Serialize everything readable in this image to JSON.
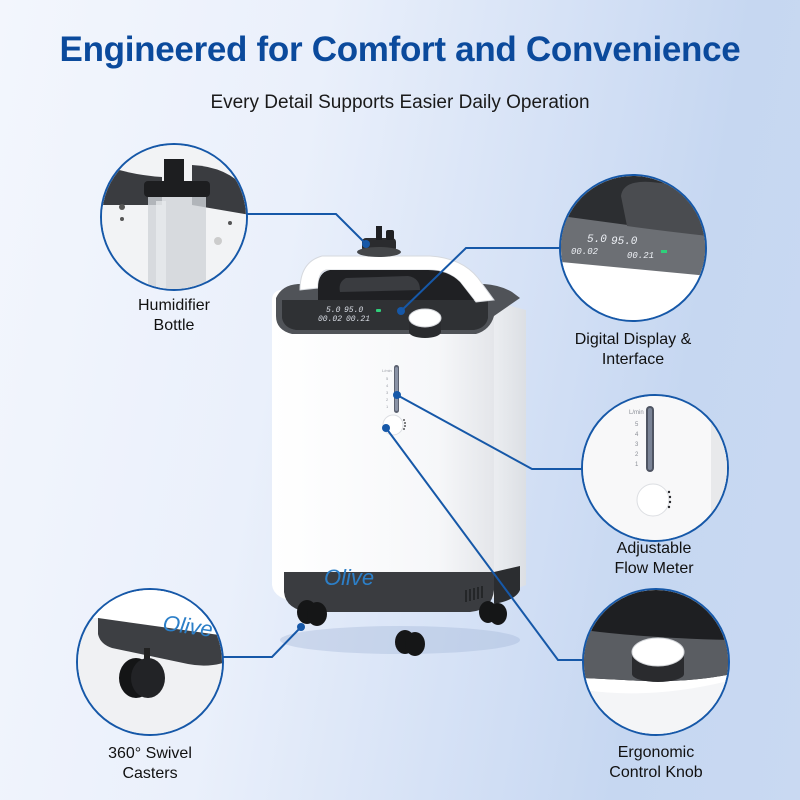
{
  "header": {
    "title": "Engineered for Comfort and Convenience",
    "subtitle": "Every Detail Supports Easier Daily Operation"
  },
  "features": [
    {
      "id": "humidifier",
      "label_line1": "Humidifier",
      "label_line2": "Bottle"
    },
    {
      "id": "display",
      "label_line1": "Digital Display &",
      "label_line2": "Interface"
    },
    {
      "id": "flow-meter",
      "label_line1": "Adjustable",
      "label_line2": "Flow Meter"
    },
    {
      "id": "casters",
      "label_line1": "360° Swivel",
      "label_line2": "Casters"
    },
    {
      "id": "knob",
      "label_line1": "Ergonomic",
      "label_line2": "Control Knob"
    }
  ],
  "device": {
    "brand": "Olive",
    "display_readings": [
      "5.0",
      "95.0",
      "00.02",
      "00.21"
    ],
    "flow_scale_unit": "L/min",
    "flow_scale_ticks": [
      "5",
      "4",
      "3",
      "2",
      "1"
    ]
  },
  "colors": {
    "title": "#0b4a9c",
    "accent_line": "#1658a8",
    "bg_left": "#f3f6fd",
    "bg_right": "#c9d9f2",
    "display_led": "#2fd07a"
  }
}
